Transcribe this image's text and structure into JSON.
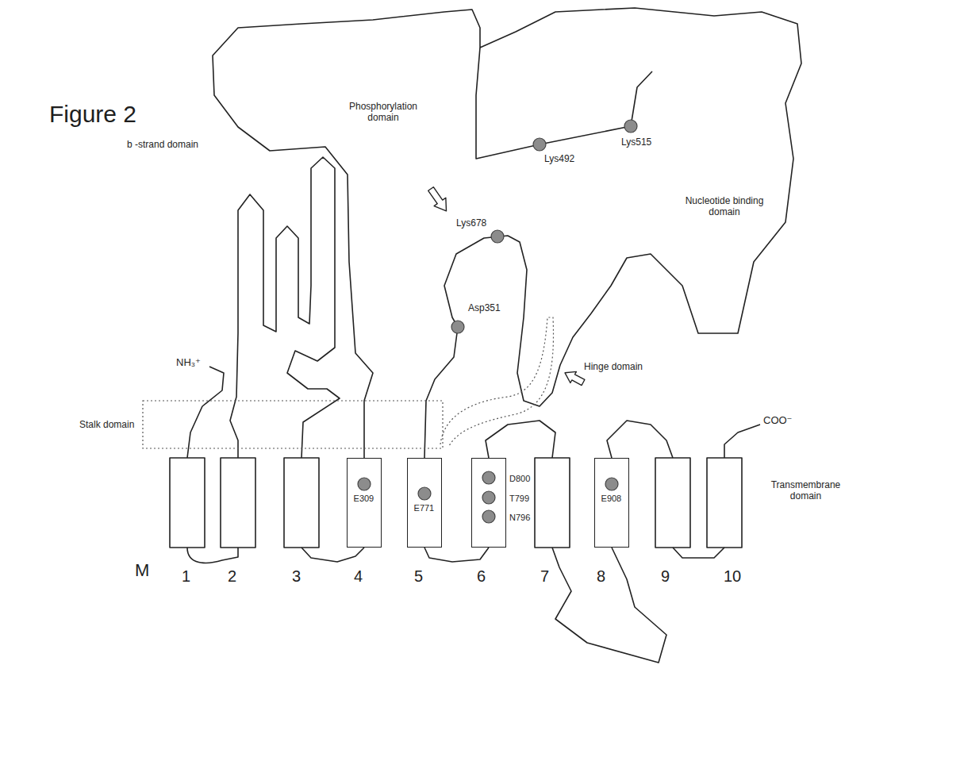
{
  "diagram": {
    "title": "Figure 2",
    "nodes": [
      {
        "text": [
          "E309"
        ]
      },
      {
        "text": [
          "E771"
        ]
      },
      {
        "text": [
          "D800",
          "T799",
          "N796"
        ]
      },
      {
        "text": [
          "E908"
        ]
      }
    ],
    "labels": [
      "b -strand domain",
      "Phosphorylation domain",
      "Lys515",
      "Lys492",
      "Nucleotide binding domain",
      "Lys678",
      "Asp351",
      "Hinge domain",
      "Stalk domain",
      "NH₃⁺",
      "COO⁻",
      "Transmembrane domain",
      "M",
      "1",
      "2",
      "3",
      "4",
      "5",
      "6",
      "7",
      "8",
      "9",
      "10"
    ]
  }
}
